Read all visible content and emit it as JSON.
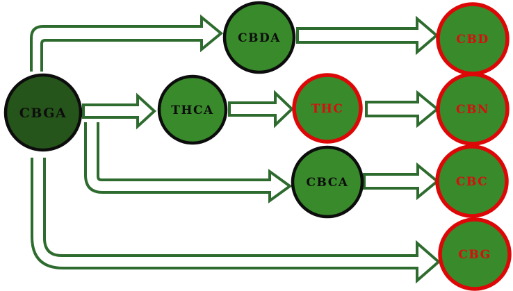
{
  "diagram": {
    "description": "Cannabinoid conversion pathway flowchart",
    "colors": {
      "background": "#ffffff",
      "root_node_fill": "#25551a",
      "node_fill": "#388a2b",
      "black_border": "#0d0d0d",
      "black_text": "#0d0d0d",
      "red_border": "#dd0707",
      "red_text": "#d90d0d",
      "arrow_stroke": "#2e6b2e",
      "arrow_fill": "#ffffff"
    },
    "nodes": {
      "cbga": {
        "label": "CBGA"
      },
      "cbda": {
        "label": "CBDA"
      },
      "thca": {
        "label": "THCA"
      },
      "cbca": {
        "label": "CBCA"
      },
      "cbd": {
        "label": "CBD"
      },
      "thc": {
        "label": "THC"
      },
      "cbn": {
        "label": "CBN"
      },
      "cbc": {
        "label": "CBC"
      },
      "cbg": {
        "label": "CBG"
      }
    },
    "edges": [
      {
        "from": "CBGA",
        "to": "CBDA"
      },
      {
        "from": "CBGA",
        "to": "THCA"
      },
      {
        "from": "CBGA",
        "to": "CBCA"
      },
      {
        "from": "CBGA",
        "to": "CBG"
      },
      {
        "from": "CBDA",
        "to": "CBD"
      },
      {
        "from": "THCA",
        "to": "THC"
      },
      {
        "from": "THC",
        "to": "CBN"
      },
      {
        "from": "CBCA",
        "to": "CBC"
      }
    ]
  }
}
